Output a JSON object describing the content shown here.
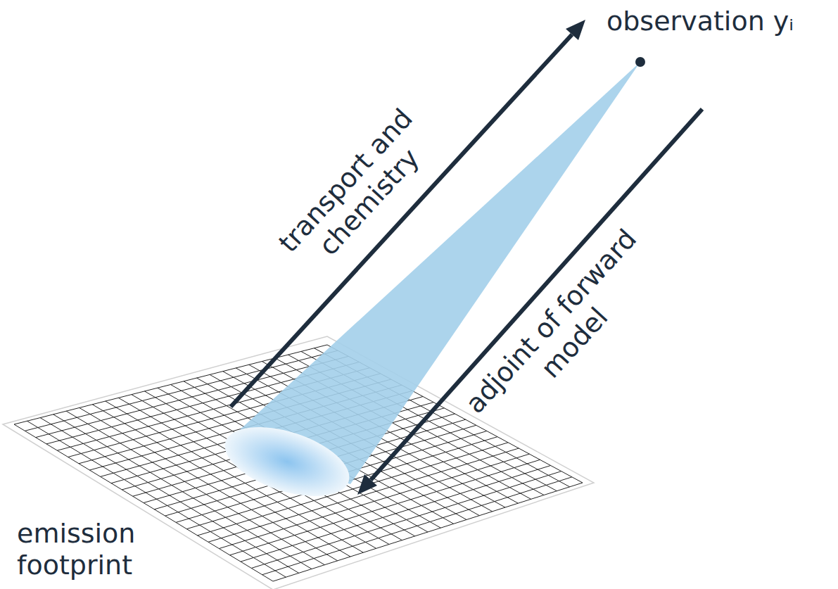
{
  "diagram": {
    "labels": [
      "observation yᵢ",
      "transport and chemistry",
      "adjoint of forward model",
      "emission footprint"
    ]
  }
}
